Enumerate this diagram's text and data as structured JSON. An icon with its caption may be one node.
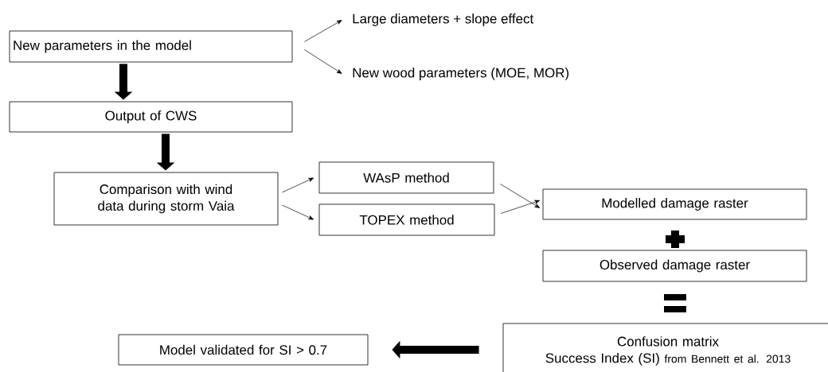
{
  "diagram": {
    "nodes": [
      {
        "text": [
          "New parameters in the model"
        ]
      },
      {
        "text": [
          "Large diameters + slope effect"
        ]
      },
      {
        "text": [
          "New wood parameters (MOE, MOR)"
        ]
      },
      {
        "text": [
          "Output of CWS"
        ]
      },
      {
        "text": [
          "Comparison with wind data during storm Vaia"
        ]
      },
      {
        "text": [
          "WAsP method"
        ]
      },
      {
        "text": [
          "TOPEX method"
        ]
      },
      {
        "text": [
          "Modelled damage raster"
        ]
      },
      {
        "text": [
          "Observed damage raster"
        ]
      },
      {
        "text": [
          "Confusion matrix",
          "Success Index (SI)",
          "from Bennett et al. 2013"
        ]
      },
      {
        "text": [
          "Model validated for SI > 0.7"
        ]
      }
    ],
    "edges": [
      {
        "from": 0,
        "to": 1,
        "arrow": "to"
      },
      {
        "from": 0,
        "to": 2,
        "arrow": "to"
      },
      {
        "from": 0,
        "to": 3,
        "arrow": "to",
        "style": "thick"
      },
      {
        "from": 3,
        "to": 4,
        "arrow": "to",
        "style": "thick"
      },
      {
        "from": 4,
        "to": 5,
        "arrow": "to"
      },
      {
        "from": 4,
        "to": 6,
        "arrow": "to"
      },
      {
        "from": 5,
        "to": 7,
        "arrow": "to"
      },
      {
        "from": 6,
        "to": 7,
        "arrow": "to"
      },
      {
        "from": 9,
        "to": 10,
        "arrow": "to",
        "style": "thick"
      }
    ]
  }
}
